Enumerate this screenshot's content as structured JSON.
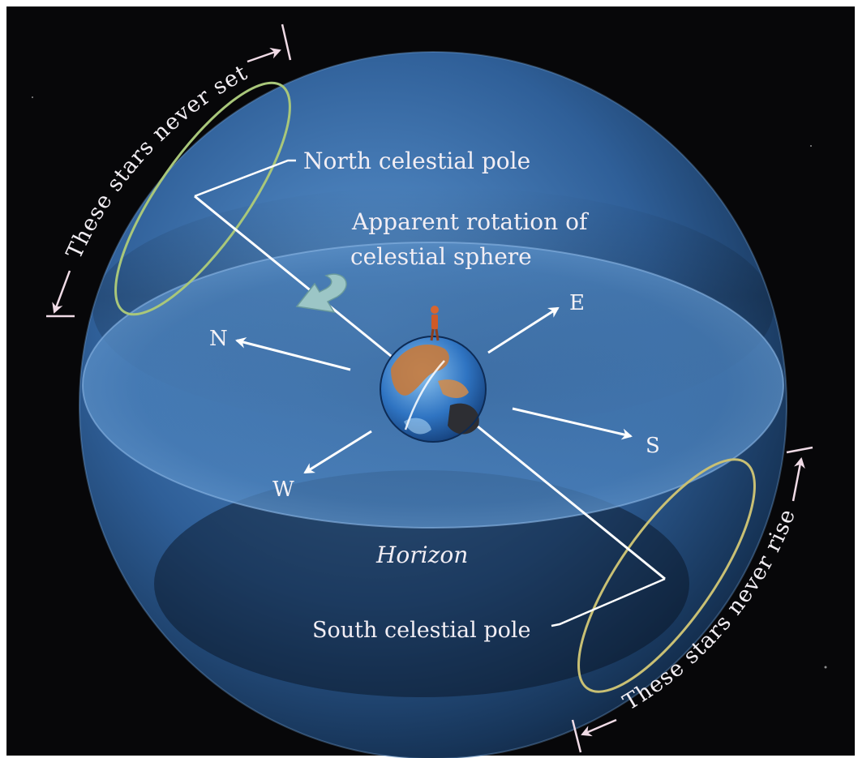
{
  "labels": {
    "north_pole": "North celestial pole",
    "south_pole": "South celestial pole",
    "rotation_line1": "Apparent rotation of",
    "rotation_line2": "celestial sphere",
    "horizon": "Horizon",
    "never_set": "These stars never set",
    "never_rise": "These stars never rise"
  },
  "directions": {
    "north": "N",
    "east": "E",
    "south": "S",
    "west": "W"
  },
  "colors": {
    "background": "#070709",
    "sphere_light": "#5d97d3",
    "sphere_dark": "#0b1422",
    "horizon_plane": "#4f86bf",
    "circle_never_set": "#a9c77a",
    "circle_never_rise": "#c9c074",
    "arrow_marker": "#e2a8c6"
  },
  "icons": {
    "earth": "earth-globe-icon",
    "observer": "observer-figure-icon",
    "rotation": "curved-rotation-arrow-icon"
  }
}
